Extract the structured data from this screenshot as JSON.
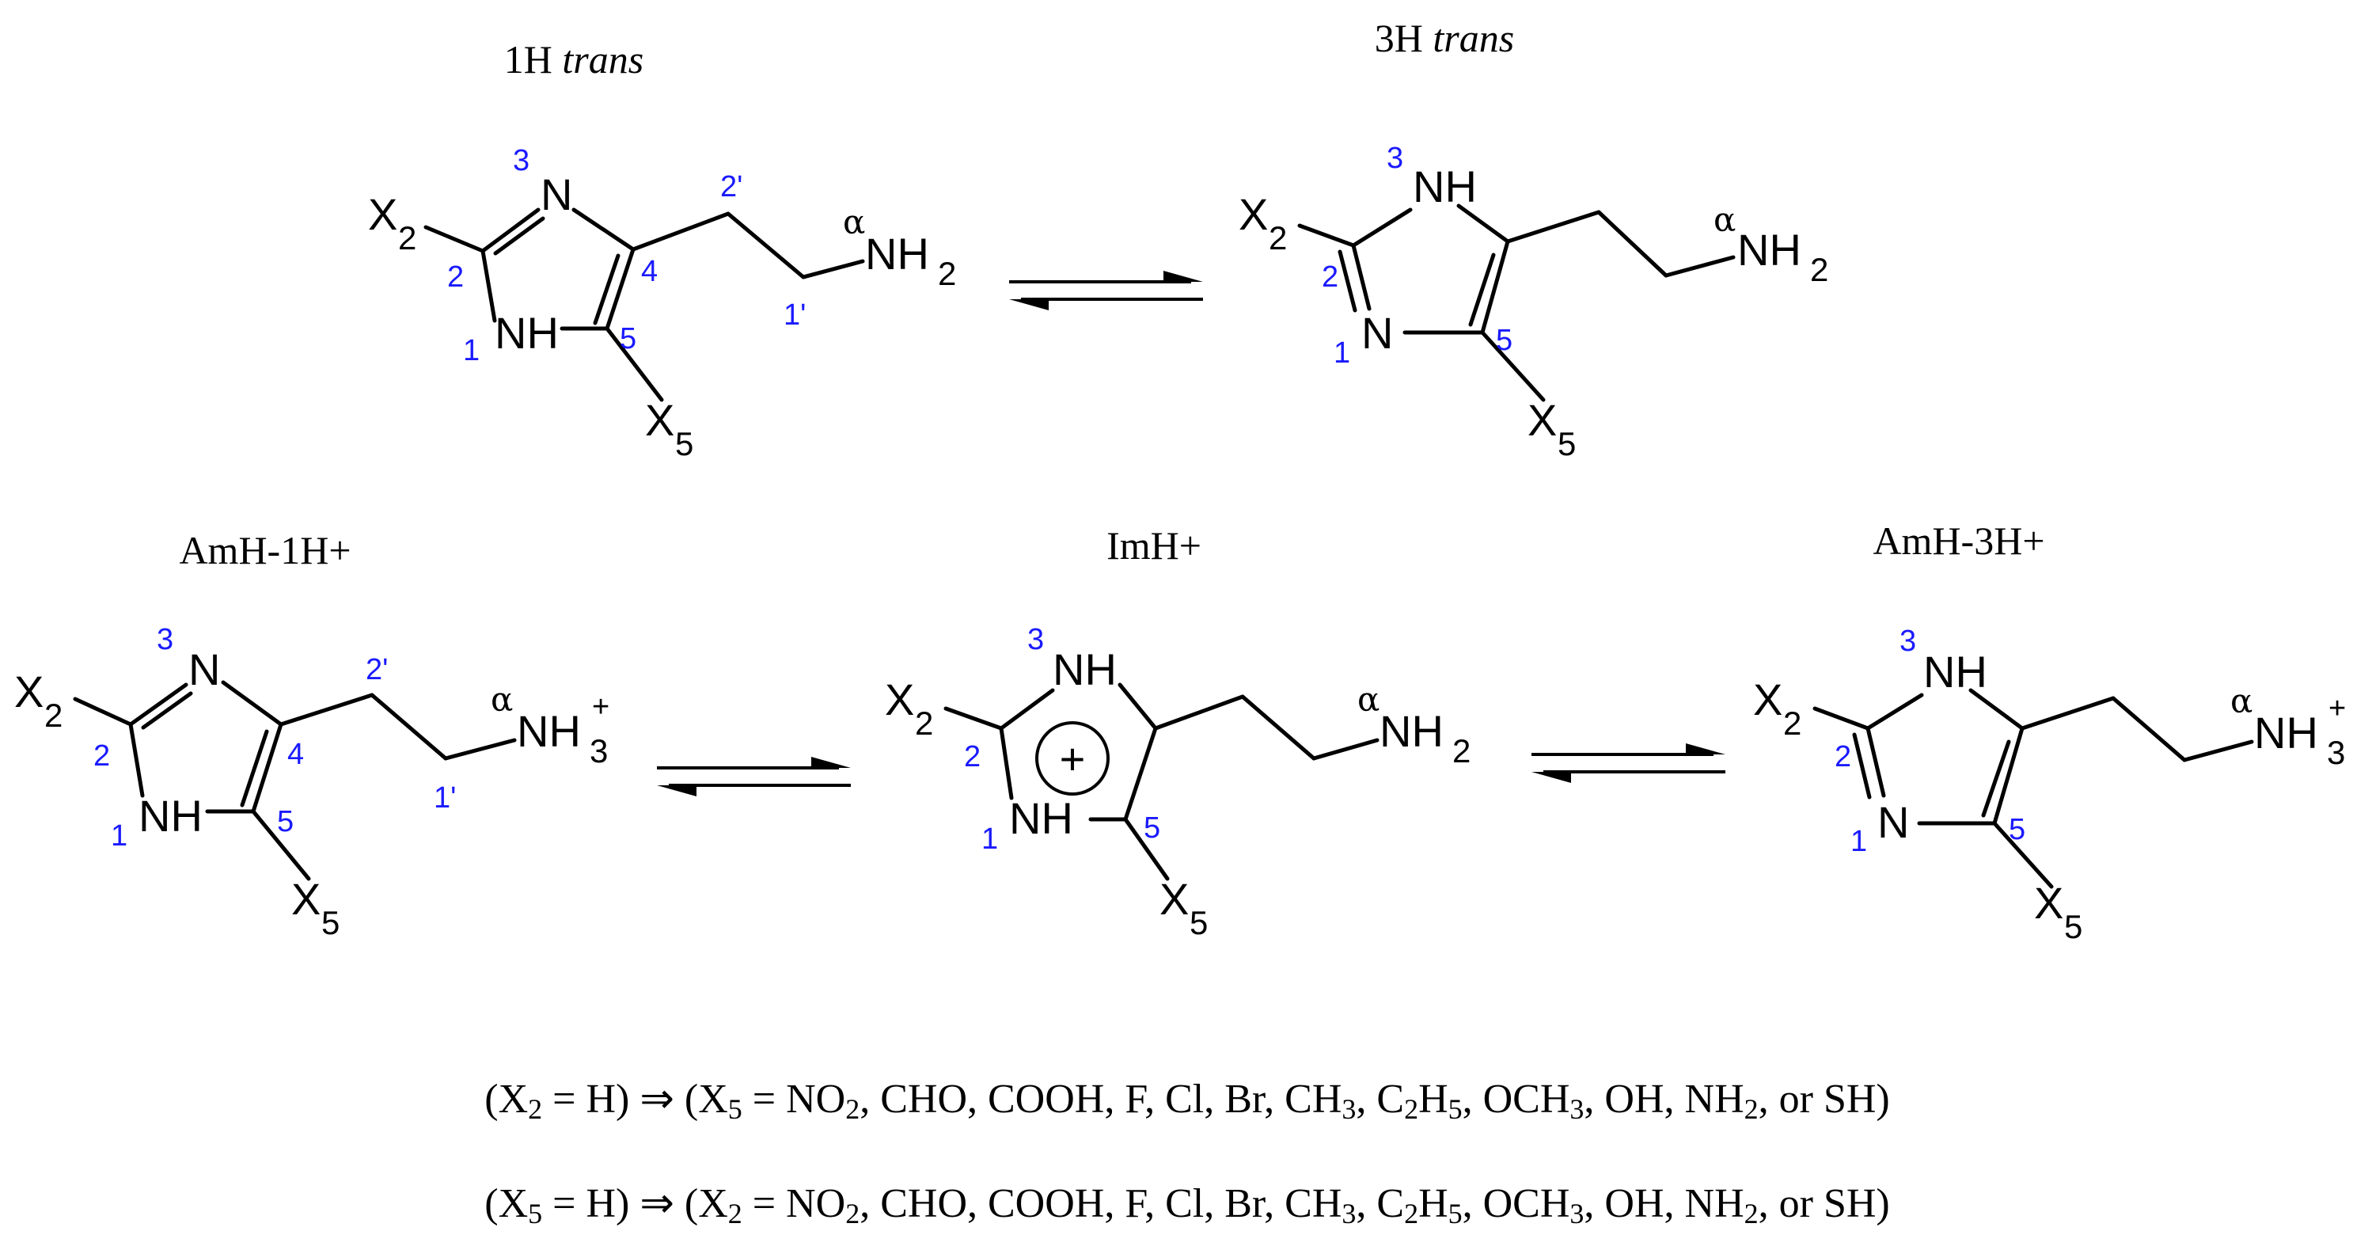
{
  "structures": {
    "s1": {
      "title": "1H",
      "title_italic": "trans",
      "atoms": {
        "x2": "X",
        "x2_sub": "2",
        "n3": "N",
        "n1": "NH",
        "nh2": "NH",
        "nh2_sub": "2",
        "x5": "X",
        "x5_sub": "5",
        "alpha": "α"
      },
      "numbers": {
        "n3": "3",
        "c2": "2",
        "n1": "1",
        "c4": "4",
        "c5": "5",
        "c2p": "2'",
        "c1p": "1'"
      }
    },
    "s2": {
      "title": "3H",
      "title_italic": "trans",
      "atoms": {
        "x2": "X",
        "x2_sub": "2",
        "n3": "NH",
        "n1": "N",
        "nh2": "NH",
        "nh2_sub": "2",
        "x5": "X",
        "x5_sub": "5",
        "alpha": "α"
      },
      "numbers": {
        "n3": "3",
        "c2": "2",
        "n1": "1",
        "c5": "5"
      }
    },
    "s3": {
      "title": "AmH-1H+",
      "atoms": {
        "x2": "X",
        "x2_sub": "2",
        "n3": "N",
        "n1": "NH",
        "nh3": "NH",
        "nh3_sub": "3",
        "nh3_sup": "+",
        "x5": "X",
        "x5_sub": "5",
        "alpha": "α"
      },
      "numbers": {
        "n3": "3",
        "c2": "2",
        "n1": "1",
        "c4": "4",
        "c5": "5",
        "c2p": "2'",
        "c1p": "1'"
      }
    },
    "s4": {
      "title": "ImH+",
      "atoms": {
        "x2": "X",
        "x2_sub": "2",
        "n3": "NH",
        "n1": "NH",
        "nh2": "NH",
        "nh2_sub": "2",
        "x5": "X",
        "x5_sub": "5",
        "alpha": "α",
        "charge": "+"
      },
      "numbers": {
        "n3": "3",
        "c2": "2",
        "n1": "1",
        "c5": "5"
      }
    },
    "s5": {
      "title": "AmH-3H+",
      "atoms": {
        "x2": "X",
        "x2_sub": "2",
        "n3": "NH",
        "n1": "N",
        "nh3": "NH",
        "nh3_sub": "3",
        "nh3_sup": "+",
        "x5": "X",
        "x5_sub": "5",
        "alpha": "α"
      },
      "numbers": {
        "n3": "3",
        "c2": "2",
        "n1": "1",
        "c5": "5"
      }
    }
  },
  "conditions": {
    "line1": {
      "open": "(X",
      "sub_a": "2",
      "eq": " = H) ⇒ (X",
      "sub_b": "5",
      "list_start": " = NO",
      "no2_sub": "2",
      "mid1": ", CHO, COOH, F, Cl, Br, CH",
      "ch3_sub": "3",
      "mid2": ", C",
      "c2_sub": "2",
      "h5": "H",
      "h5_sub": "5",
      "mid3": ", OCH",
      "och3_sub": "3",
      "mid4": ", OH, NH",
      "nh2_sub": "2",
      "end": ", or SH)"
    },
    "line2": {
      "open": "(X",
      "sub_a": "5",
      "eq": " = H) ⇒ (X",
      "sub_b": "2",
      "list_start": " = NO",
      "no2_sub": "2",
      "mid1": ", CHO, COOH, F, Cl, Br, CH",
      "ch3_sub": "3",
      "mid2": ", C",
      "c2_sub": "2",
      "h5": "H",
      "h5_sub": "5",
      "mid3": ", OCH",
      "och3_sub": "3",
      "mid4": ", OH, NH",
      "nh2_sub": "2",
      "end": ", or SH)"
    }
  }
}
